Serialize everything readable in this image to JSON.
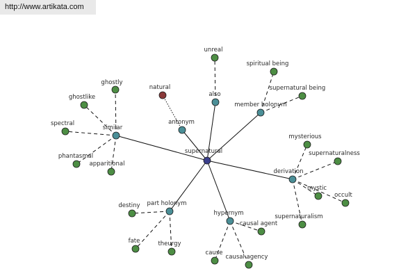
{
  "header": {
    "url": "http://www.artikata.com"
  },
  "colors": {
    "center": "#3b3f8c",
    "relation": "#4b8f97",
    "word": "#4d8e44",
    "antonym_word": "#8b3a3a"
  },
  "graph": {
    "center": {
      "id": "supernatural",
      "label": "supernatural",
      "kind": "center"
    },
    "relations": [
      {
        "id": "similar",
        "label": "similar"
      },
      {
        "id": "antonym",
        "label": "antonym"
      },
      {
        "id": "also",
        "label": "also"
      },
      {
        "id": "member-holonym",
        "label": "member holonym"
      },
      {
        "id": "derivation",
        "label": "derivation"
      },
      {
        "id": "hypernym",
        "label": "hypernym"
      },
      {
        "id": "part-holonym",
        "label": "part holonym"
      }
    ],
    "words": [
      {
        "id": "ghostly",
        "label": "ghostly",
        "parent": "similar"
      },
      {
        "id": "ghostlike",
        "label": "ghostlike",
        "parent": "similar"
      },
      {
        "id": "spectral",
        "label": "spectral",
        "parent": "similar"
      },
      {
        "id": "phantasmal",
        "label": "phantasmal",
        "parent": "similar"
      },
      {
        "id": "apparitional",
        "label": "apparitional",
        "parent": "similar"
      },
      {
        "id": "natural",
        "label": "natural",
        "parent": "antonym",
        "antonym": true
      },
      {
        "id": "unreal",
        "label": "unreal",
        "parent": "also"
      },
      {
        "id": "spiritual-being",
        "label": "spiritual being",
        "parent": "member-holonym"
      },
      {
        "id": "supernatural-being",
        "label": "supernatural being",
        "parent": "member-holonym"
      },
      {
        "id": "mysterious",
        "label": "mysterious",
        "parent": "derivation"
      },
      {
        "id": "supernaturalness",
        "label": "supernaturalness",
        "parent": "derivation"
      },
      {
        "id": "mystic",
        "label": "mystic",
        "parent": "derivation"
      },
      {
        "id": "occult",
        "label": "occult",
        "parent": "derivation"
      },
      {
        "id": "supernaturalism",
        "label": "supernaturalism",
        "parent": "derivation"
      },
      {
        "id": "causal-agent",
        "label": "causal agent",
        "parent": "hypernym"
      },
      {
        "id": "cause",
        "label": "cause",
        "parent": "hypernym"
      },
      {
        "id": "causal-agency",
        "label": "causal agency",
        "parent": "hypernym"
      },
      {
        "id": "destiny",
        "label": "destiny",
        "parent": "part-holonym"
      },
      {
        "id": "fate",
        "label": "fate",
        "parent": "part-holonym"
      },
      {
        "id": "theurgy",
        "label": "theurgy",
        "parent": "part-holonym"
      }
    ]
  }
}
